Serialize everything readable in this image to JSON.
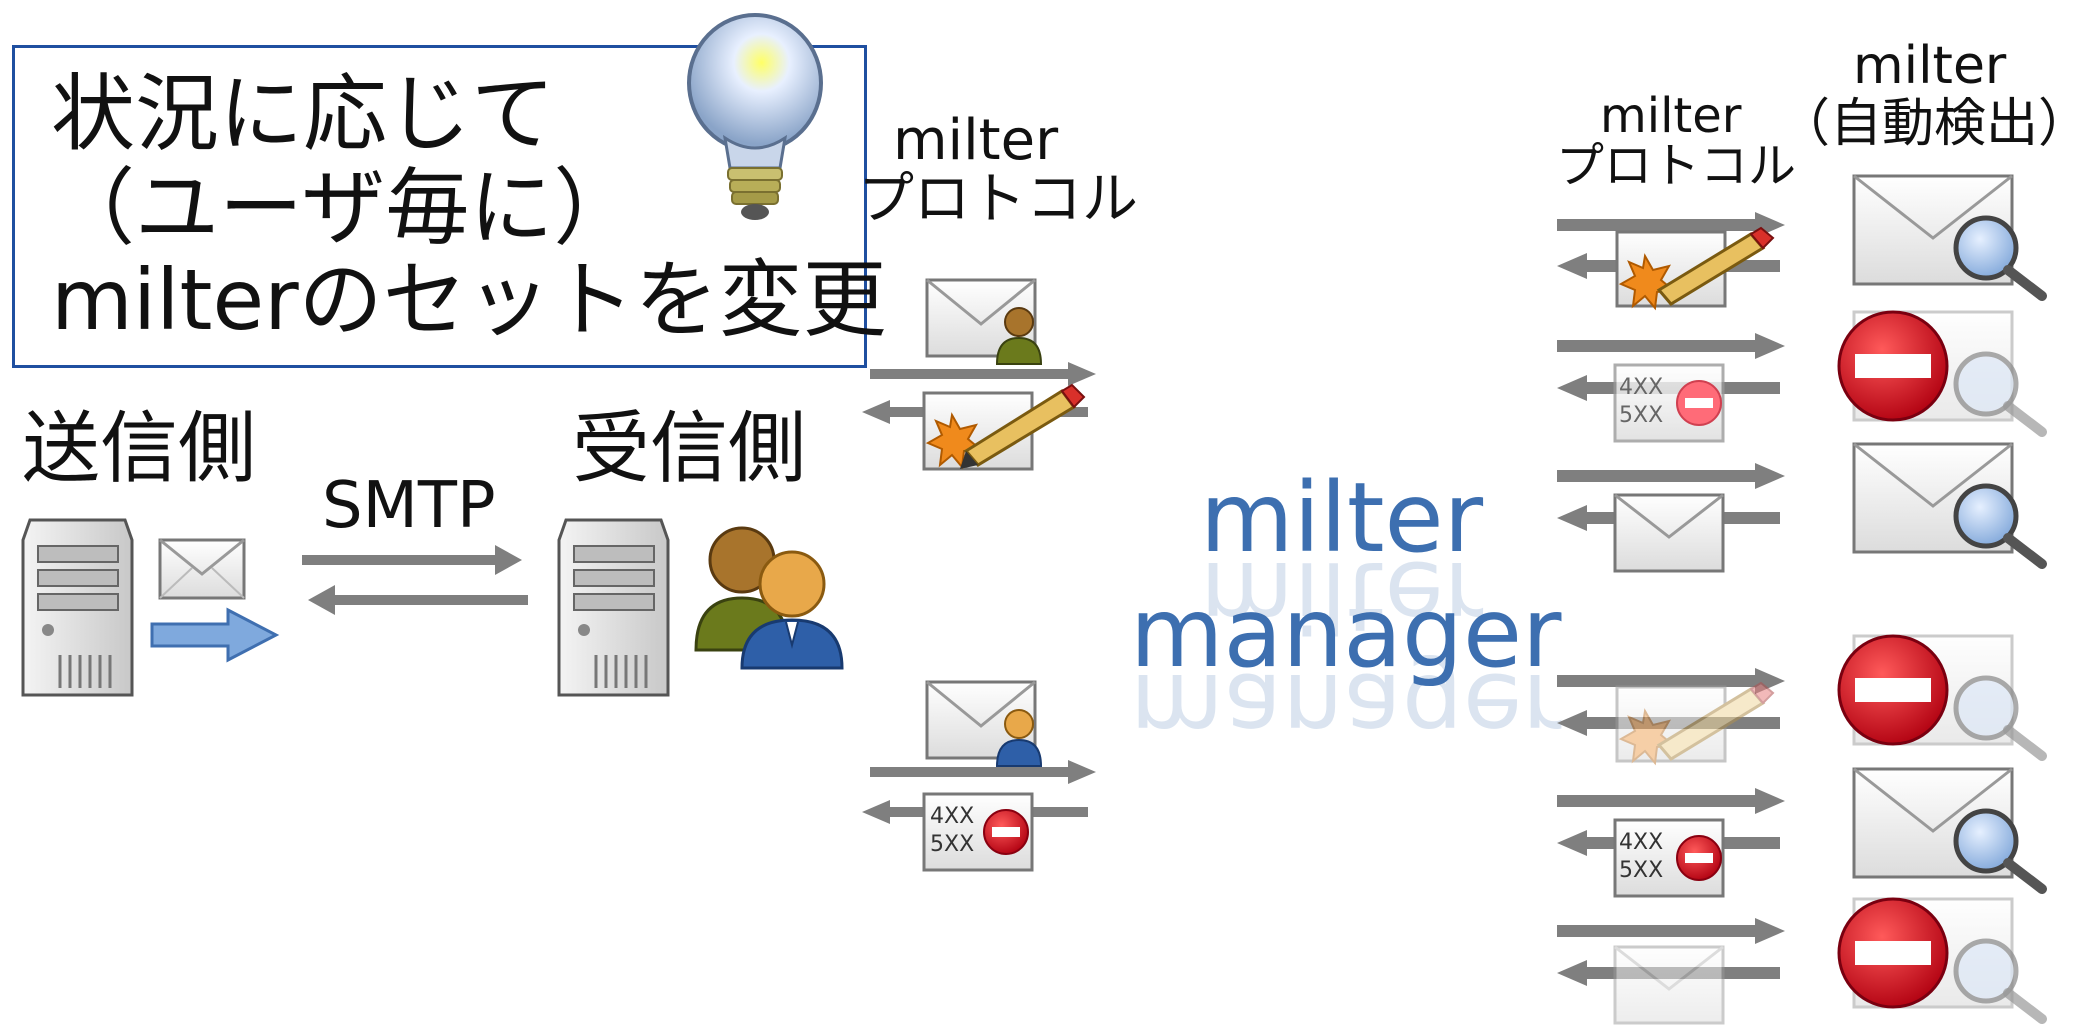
{
  "callout": {
    "line1": "状況に応じて",
    "line2": "（ユーザ毎に）",
    "line3": "milterのセットを変更"
  },
  "sender": {
    "label": "送信側"
  },
  "receiver": {
    "label": "受信側"
  },
  "smtp": {
    "label": "SMTP"
  },
  "protocol_middle": {
    "line1": "milter",
    "line2": "プロトコル"
  },
  "protocol_right": {
    "line1": "milter",
    "line2": "プロトコル"
  },
  "milter_auto": {
    "line1": "milter",
    "line2": "（自動検出）"
  },
  "manager": {
    "line1": "milter",
    "line2": "manager"
  },
  "reply_codes": {
    "code1": "4XX",
    "code2": "5XX"
  },
  "colors": {
    "callout_border": "#1f4fa0",
    "manager_text": "#3d6fb0",
    "arrow_gray": "#7f7f7f",
    "blue_arrow": "#6f9fd6",
    "reject_red": "#d91f26"
  }
}
